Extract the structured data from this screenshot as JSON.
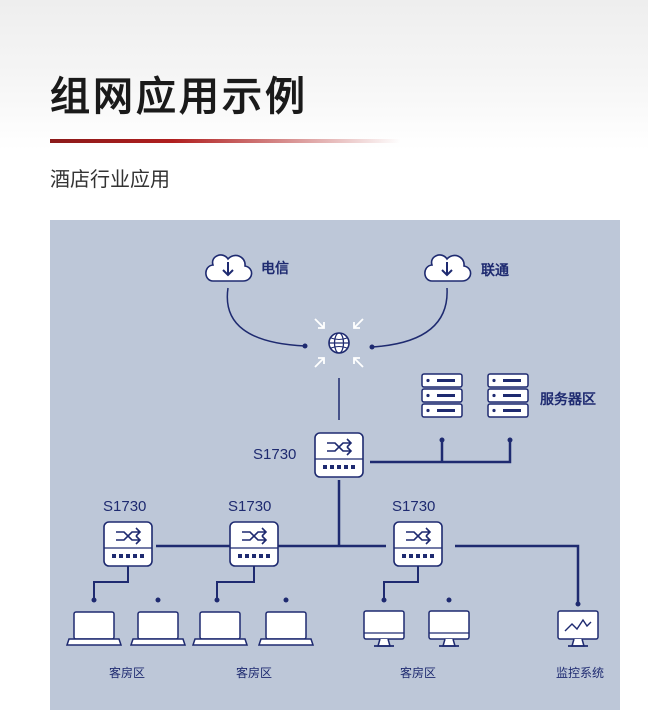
{
  "header": {
    "title": "组网应用示例",
    "subtitle": "酒店行业应用"
  },
  "diagram": {
    "isps": [
      "电信",
      "联通"
    ],
    "server_area": "服务器区",
    "core_switch": "S1730",
    "access_switches": [
      "S1730",
      "S1730",
      "S1730"
    ],
    "zones": [
      "客房区",
      "客房区",
      "客房区",
      "监控系统"
    ]
  },
  "colors": {
    "accent": "#b01e1e",
    "line": "#1e2a70",
    "panel": "#bdc7d8",
    "device": "#ffffff"
  }
}
